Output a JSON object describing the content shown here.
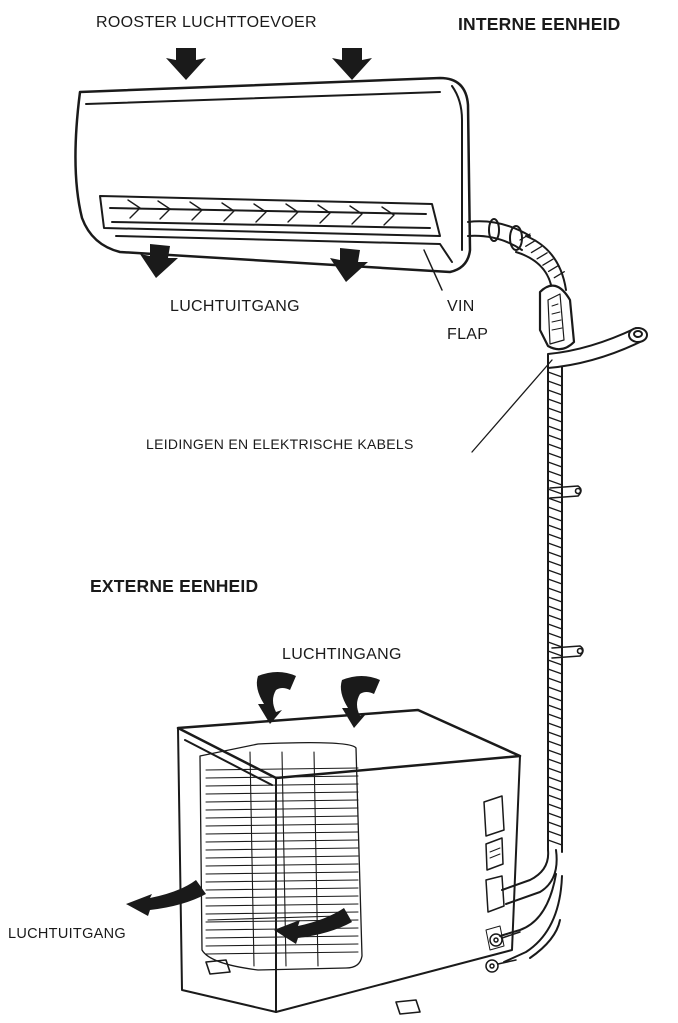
{
  "labels": {
    "air_intake_grille": "ROOSTER LUCHTTOEVOER",
    "indoor_unit": "INTERNE EENHEID",
    "indoor_air_outlet": "LUCHTUITGANG",
    "vane_line1": "VIN",
    "vane_line2": "FLAP",
    "pipes_cables": "LEIDINGEN EN ELEKTRISCHE KABELS",
    "outdoor_unit": "EXTERNE EENHEID",
    "outdoor_air_inlet": "LUCHTINGANG",
    "outdoor_air_outlet": "LUCHTUITGANG"
  },
  "colors": {
    "ink": "#1a1a1a",
    "paper": "#ffffff"
  }
}
